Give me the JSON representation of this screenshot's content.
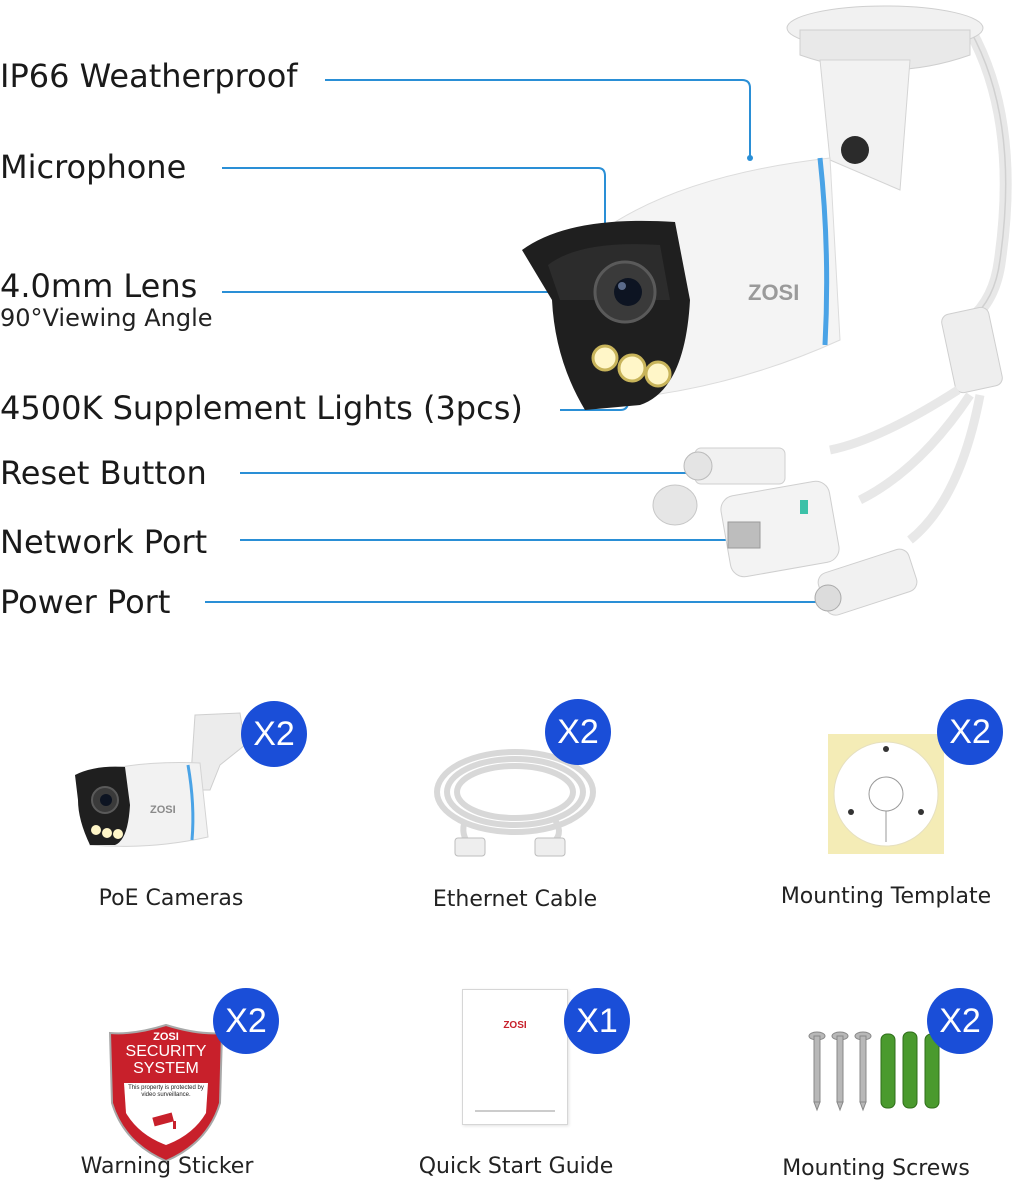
{
  "features": [
    {
      "label": "IP66 Weatherproof"
    },
    {
      "label": "Microphone"
    },
    {
      "label": "4.0mm Lens",
      "sub": "90°Viewing Angle"
    },
    {
      "label": "4500K Supplement Lights (3pcs)"
    },
    {
      "label": "Reset Button"
    },
    {
      "label": "Network Port"
    },
    {
      "label": "Power Port"
    }
  ],
  "brand": "ZOSI",
  "package": [
    {
      "label": "PoE Cameras",
      "qty": "X2"
    },
    {
      "label": "Ethernet Cable",
      "qty": "X2"
    },
    {
      "label": "Mounting Template",
      "qty": "X2"
    },
    {
      "label": "Warning Sticker",
      "qty": "X2"
    },
    {
      "label": "Quick Start Guide",
      "qty": "X1"
    },
    {
      "label": "Mounting Screws",
      "qty": "X2"
    }
  ],
  "sticker": {
    "brand": "ZOSI",
    "line1": "SECURITY",
    "line2": "SYSTEM",
    "small": "This property is protected by video surveillance."
  },
  "colors": {
    "accent": "#1a4ed8",
    "leader": "#2a8fd6",
    "camera": "#f3f4f6",
    "stripe": "#4aa3e6"
  }
}
